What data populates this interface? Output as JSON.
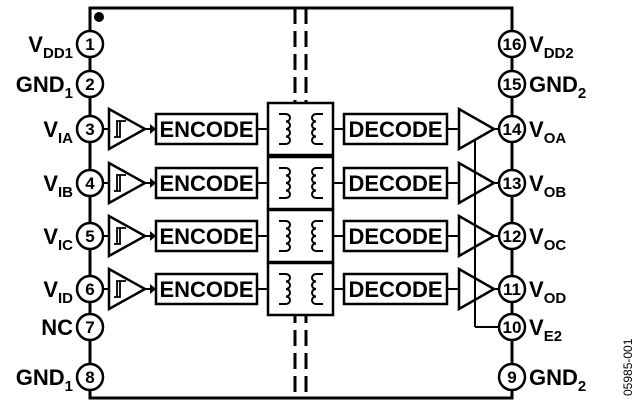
{
  "left_pins": [
    {
      "num": "1",
      "label": "V",
      "sub": "DD1"
    },
    {
      "num": "2",
      "label": "GND",
      "sub": "1"
    },
    {
      "num": "3",
      "label": "V",
      "sub": "IA"
    },
    {
      "num": "4",
      "label": "V",
      "sub": "IB"
    },
    {
      "num": "5",
      "label": "V",
      "sub": "IC"
    },
    {
      "num": "6",
      "label": "V",
      "sub": "ID"
    },
    {
      "num": "7",
      "label": "NC",
      "sub": ""
    },
    {
      "num": "8",
      "label": "GND",
      "sub": "1"
    }
  ],
  "right_pins": [
    {
      "num": "16",
      "label": "V",
      "sub": "DD2"
    },
    {
      "num": "15",
      "label": "GND",
      "sub": "2"
    },
    {
      "num": "14",
      "label": "V",
      "sub": "OA"
    },
    {
      "num": "13",
      "label": "V",
      "sub": "OB"
    },
    {
      "num": "12",
      "label": "V",
      "sub": "OC"
    },
    {
      "num": "11",
      "label": "V",
      "sub": "OD"
    },
    {
      "num": "10",
      "label": "V",
      "sub": "E2"
    },
    {
      "num": "9",
      "label": "GND",
      "sub": "2"
    }
  ],
  "blocks": {
    "encode": "ENCODE",
    "decode": "DECODE"
  },
  "figure_code": "05985-001"
}
